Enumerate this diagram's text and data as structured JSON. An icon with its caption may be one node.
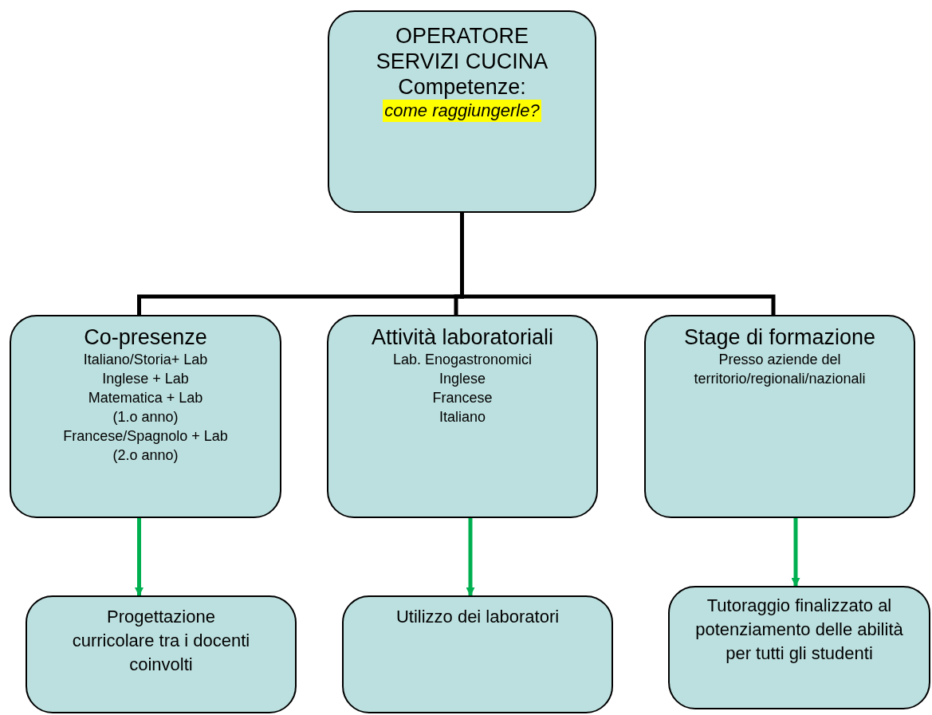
{
  "diagram": {
    "nodes": [
      {
        "text": [
          "OPERATORE SERVIZI CUCINA",
          "Competenze:",
          "come raggiungerle?"
        ]
      },
      {
        "text": [
          "Co-presenze",
          "Italiano/Storia+ Lab",
          "Inglese + Lab",
          "Matematica + Lab",
          "(1.o anno)",
          "Francese/Spagnolo + Lab",
          "(2.o anno)"
        ]
      },
      {
        "text": [
          "Attività laboratoriali",
          "Lab. Enogastronomici",
          "Inglese",
          "Francese",
          "Italiano"
        ]
      },
      {
        "text": [
          "Stage di formazione",
          "Presso aziende del territorio/regionali/nazionali"
        ]
      },
      {
        "text": [
          "Progettazione curricolare tra i docenti coinvolti"
        ]
      },
      {
        "text": [
          "Utilizzo dei laboratori"
        ]
      },
      {
        "text": [
          "Tutoraggio finalizzato al potenziamento delle abilità per tutti gli studenti"
        ]
      }
    ],
    "edges": [
      {
        "from": 0,
        "to": 1,
        "arrow": "none"
      },
      {
        "from": 0,
        "to": 2,
        "arrow": "none"
      },
      {
        "from": 0,
        "to": 3,
        "arrow": "none"
      },
      {
        "from": 1,
        "to": 4,
        "arrow": "to",
        "color": "#00b050"
      },
      {
        "from": 2,
        "to": 5,
        "arrow": "to",
        "color": "#00b050"
      },
      {
        "from": 3,
        "to": 6,
        "arrow": "to",
        "color": "#00b050"
      }
    ]
  }
}
